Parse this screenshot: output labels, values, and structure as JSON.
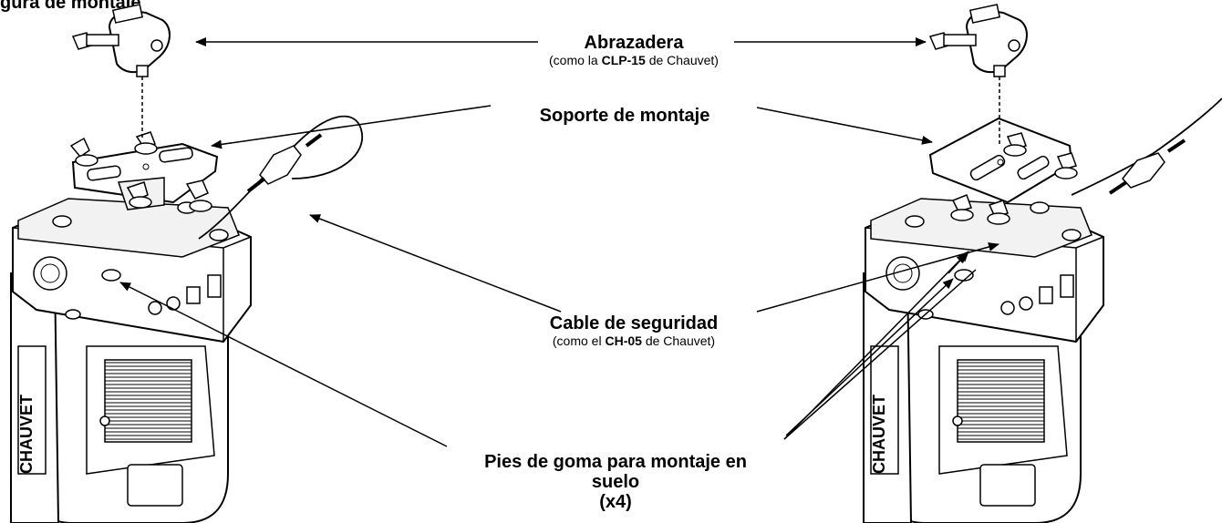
{
  "figure": {
    "title_fragment": "gura de montaje"
  },
  "labels": {
    "clamp": {
      "title": "Abrazadera",
      "sub_pre": "(como la ",
      "sub_bold": "CLP-15",
      "sub_post": " de Chauvet)"
    },
    "bracket": {
      "title": "Soporte de montaje"
    },
    "cable": {
      "title": "Cable de seguridad",
      "sub_pre": "(como el ",
      "sub_bold": "CH-05",
      "sub_post": " de Chauvet)"
    },
    "feet": {
      "line1": "Pies de goma para montaje en",
      "line2": "suelo",
      "line3": "(x4)"
    }
  },
  "fixture": {
    "brand_text": "CHAUVET"
  },
  "colors": {
    "ink": "#000000",
    "background": "#ffffff",
    "panel_fill": "#f2f2f2"
  }
}
